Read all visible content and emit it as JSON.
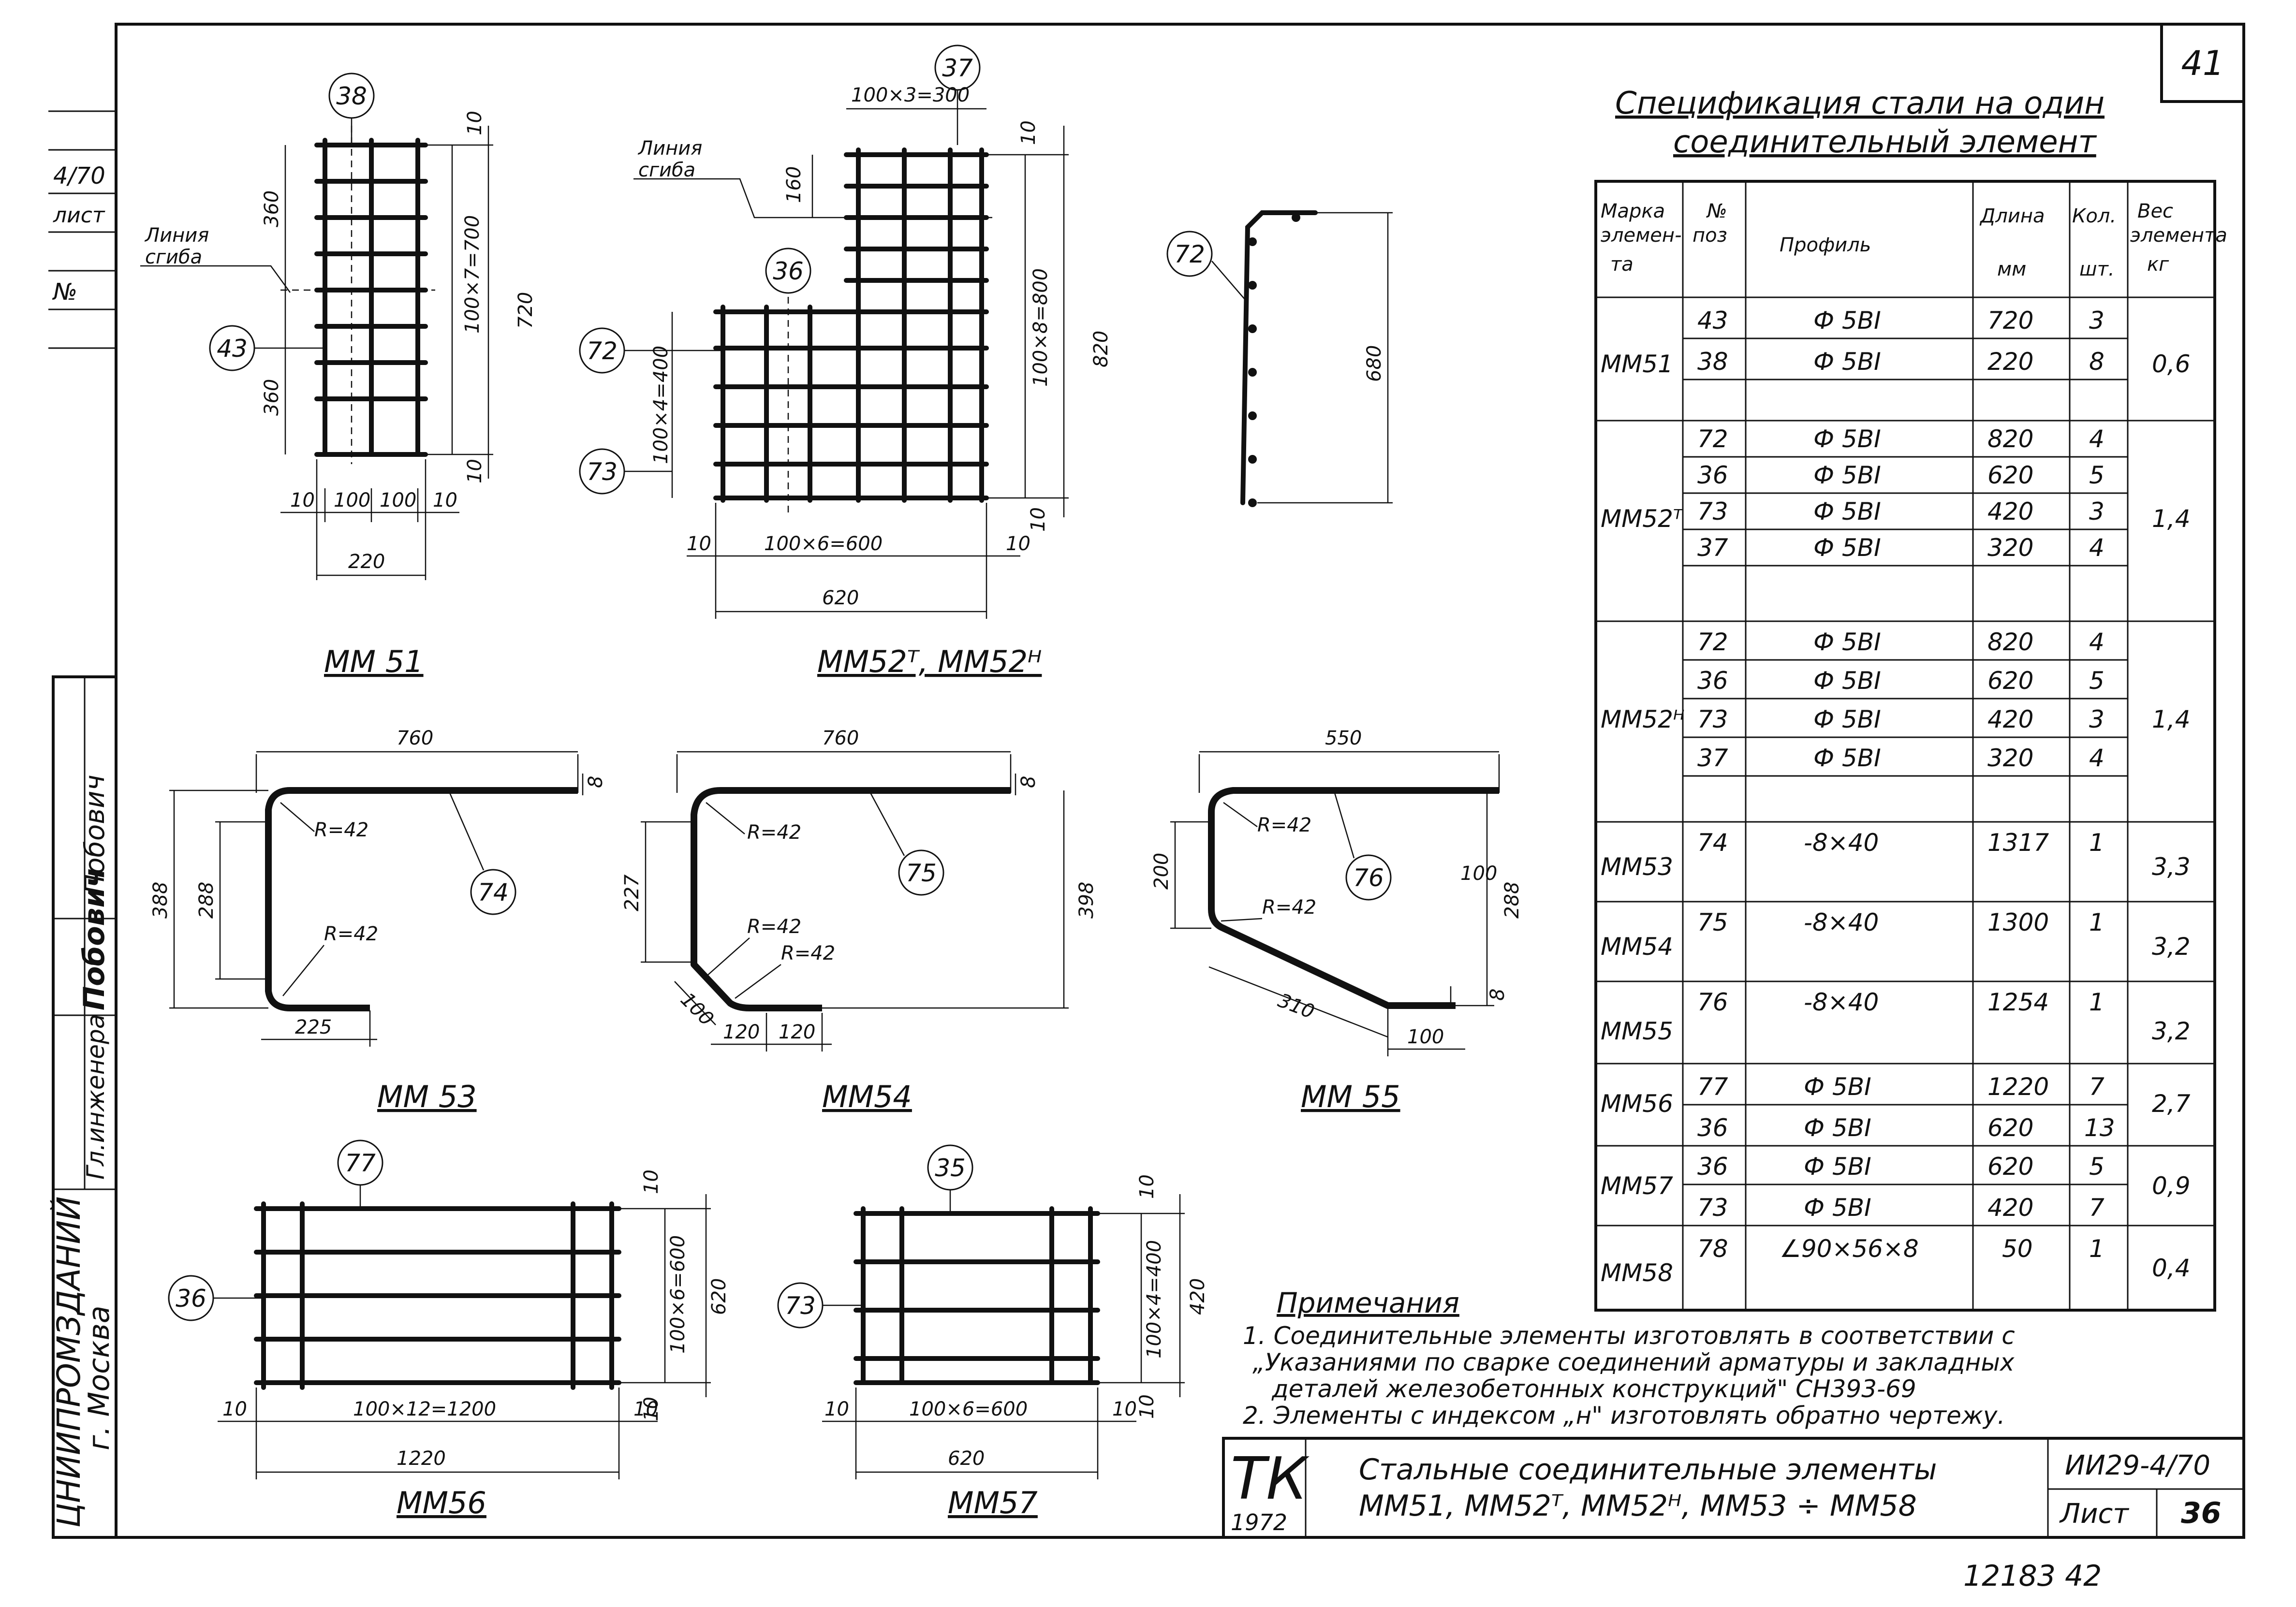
{
  "sheet": {
    "page_number": "41",
    "stamp_code": "ТК",
    "stamp_year": "1972",
    "title_line1": "Стальные соединительные элементы",
    "title_line2": "ММ51, ММ52ᵀ, ММ52ᴴ, ММ53 ÷ ММ58",
    "series": "ИИ29-4/70",
    "sheet_label": "Лист",
    "sheet_number": "36",
    "footer_number": "12183   42"
  },
  "side_margin": {
    "series": "4/70",
    "list_label": "лист",
    "no_label": "№",
    "field_v": "Побович",
    "signature": "Побович",
    "engineer_label": "Гл.инженера",
    "org_name": "ЦНИИПРОМЗДАНИЙ",
    "city": "г. Москва"
  },
  "spec": {
    "title_line1": "Спецификация стали на один",
    "title_line2": "соединительный элемент",
    "headers": [
      "Марка элемен-та",
      "№ поз",
      "Профиль",
      "Длина мм",
      "Кол. шт.",
      "Вес элемента кг"
    ],
    "header_marka": [
      "Марка",
      "элемен-",
      "та"
    ],
    "header_pos": [
      "№",
      "поз"
    ],
    "header_profile": "Профиль",
    "header_length": [
      "Длина",
      "мм"
    ],
    "header_qty": [
      "Кол.",
      "шт."
    ],
    "header_weight": [
      "Вес",
      "элемента",
      "кг"
    ],
    "groups": [
      {
        "mark": "ММ51",
        "weight": "0,6",
        "rows": [
          {
            "pos": "43",
            "profile": "Ф 5ВI",
            "length": "720",
            "qty": "3"
          },
          {
            "pos": "38",
            "profile": "Ф 5ВI",
            "length": "220",
            "qty": "8"
          }
        ]
      },
      {
        "mark": "ММ52ᵀ",
        "weight": "1,4",
        "rows": [
          {
            "pos": "72",
            "profile": "Ф 5ВI",
            "length": "820",
            "qty": "4"
          },
          {
            "pos": "36",
            "profile": "Ф 5ВI",
            "length": "620",
            "qty": "5"
          },
          {
            "pos": "73",
            "profile": "Ф 5ВI",
            "length": "420",
            "qty": "3"
          },
          {
            "pos": "37",
            "profile": "Ф 5ВI",
            "length": "320",
            "qty": "4"
          }
        ]
      },
      {
        "mark": "ММ52ᴴ",
        "weight": "1,4",
        "rows": [
          {
            "pos": "72",
            "profile": "Ф 5ВI",
            "length": "820",
            "qty": "4"
          },
          {
            "pos": "36",
            "profile": "Ф 5ВI",
            "length": "620",
            "qty": "5"
          },
          {
            "pos": "73",
            "profile": "Ф 5ВI",
            "length": "420",
            "qty": "3"
          },
          {
            "pos": "37",
            "profile": "Ф 5ВI",
            "length": "320",
            "qty": "4"
          }
        ]
      },
      {
        "mark": "ММ53",
        "weight": "3,3",
        "rows": [
          {
            "pos": "74",
            "profile": "-8×40",
            "length": "1317",
            "qty": "1"
          }
        ]
      },
      {
        "mark": "ММ54",
        "weight": "3,2",
        "rows": [
          {
            "pos": "75",
            "profile": "-8×40",
            "length": "1300",
            "qty": "1"
          }
        ]
      },
      {
        "mark": "ММ55",
        "weight": "3,2",
        "rows": [
          {
            "pos": "76",
            "profile": "-8×40",
            "length": "1254",
            "qty": "1"
          }
        ]
      },
      {
        "mark": "ММ56",
        "weight": "2,7",
        "rows": [
          {
            "pos": "77",
            "profile": "Ф 5ВI",
            "length": "1220",
            "qty": "7"
          },
          {
            "pos": "36",
            "profile": "Ф 5ВI",
            "length": "620",
            "qty": "13"
          }
        ]
      },
      {
        "mark": "ММ57",
        "weight": "0,9",
        "rows": [
          {
            "pos": "36",
            "profile": "Ф 5ВI",
            "length": "620",
            "qty": "5"
          },
          {
            "pos": "73",
            "profile": "Ф 5ВI",
            "length": "420",
            "qty": "7"
          }
        ]
      },
      {
        "mark": "ММ58",
        "weight": "0,4",
        "rows": [
          {
            "pos": "78",
            "profile": "∠90×56×8",
            "length": "50",
            "qty": "1"
          }
        ]
      }
    ]
  },
  "notes": {
    "title": "Примечания",
    "line1": "1. Соединительные элементы изготовлять в соответствии с",
    "line2": "„Указаниями по сварке соединений арматуры и закладных",
    "line3": "деталей железобетонных конструкций\" СН393-69",
    "line4": "2. Элементы с индексом „н\" изготовлять обратно чертежу."
  },
  "drawings": {
    "mm51": {
      "caption": "ММ 51",
      "pos_top": "38",
      "pos_side": "43",
      "bend_line": [
        "Линия",
        "сгиба"
      ],
      "dims": {
        "top": "10",
        "half_upper": "360",
        "half_lower": "360",
        "pitch": "100×7=700",
        "total": "720",
        "bottom": "10",
        "b1": "10",
        "b2": "100",
        "b3": "100",
        "b4": "10",
        "width": "220"
      }
    },
    "mm52": {
      "caption": "ММ52ᵀ, ММ52ᴴ",
      "pos_top": "37",
      "pos_mid": "36",
      "pos_left": "72",
      "pos_low": "73",
      "bend_line": [
        "Линия",
        "сгиба"
      ],
      "dims": {
        "top": "100×3=300",
        "d160": "160",
        "d10t": "10",
        "pitch_v": "100×8=800",
        "total_v": "820",
        "pitch_left": "100×4=400",
        "b10l": "10",
        "pitch_h": "100×6=600",
        "b10r": "10",
        "b10r2": "10",
        "width": "620"
      }
    },
    "p72": {
      "pos": "72",
      "height": "680"
    },
    "mm53": {
      "caption": "ММ 53",
      "pos": "74",
      "top": "760",
      "thick": "8",
      "r1": "R=42",
      "r2": "R=42",
      "h1": "388",
      "h2": "288",
      "bottom": "225"
    },
    "mm54": {
      "caption": "ММ54",
      "pos": "75",
      "top": "760",
      "thick": "8",
      "r1": "R=42",
      "r2": "R=42",
      "r3": "R=42",
      "h1": "227",
      "h2": "398",
      "d100": "100",
      "b1": "120",
      "b2": "120"
    },
    "mm55": {
      "caption": "ММ 55",
      "pos": "76",
      "top": "550",
      "thick": "8",
      "r1": "R=42",
      "r2": "R=42",
      "h1": "200",
      "h2": "100",
      "h3": "288",
      "thick2": "8",
      "slope": "310",
      "bottom": "100"
    },
    "mm56": {
      "caption": "ММ56",
      "pos_top": "77",
      "pos_side": "36",
      "d10t": "10",
      "pitch_v": "100×6=600",
      "total_v": "620",
      "d10b": "10",
      "l10": "10",
      "pitch_h": "100×12=1200",
      "r10": "10",
      "width": "1220"
    },
    "mm57": {
      "caption": "ММ57",
      "pos_top": "35",
      "pos_side": "73",
      "d10t": "10",
      "pitch_v": "100×4=400",
      "total_v": "420",
      "d10b": "10",
      "l10": "10",
      "pitch_h": "100×6=600",
      "r10": "10",
      "width": "620"
    }
  }
}
